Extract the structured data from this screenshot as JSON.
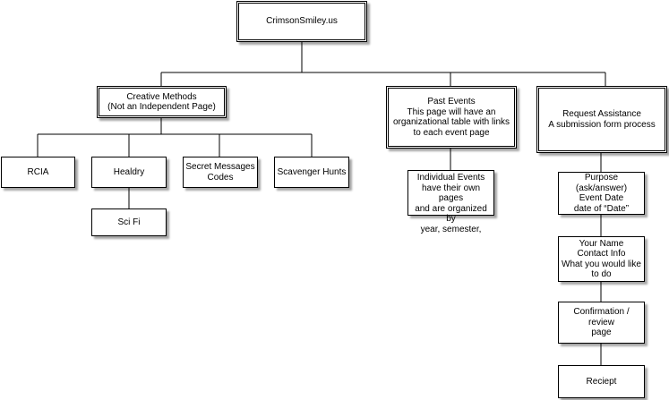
{
  "diagram": {
    "root": "CrimsonSmiley.us",
    "creative_methods": "Creative Methods\n(Not an Independent Page)",
    "past_events": "Past Events\nThis page will have an\norganizational table with links\nto each event page",
    "request_assistance": "Request Assistance\nA submission form process",
    "rcia": "RCIA",
    "healdry": "Healdry",
    "sci_fi": "Sci Fi",
    "secret_messages": "Secret Messages\nCodes",
    "scavenger_hunts": "Scavenger Hunts",
    "individual_events": "Individual Events\nhave their own pages\nand are organized by\nyear, semester,",
    "purpose": "Purpose (ask/answer)\nEvent Date\ndate of “Date”",
    "your_name": "Your Name\nContact Info\nWhat you would like\nto do",
    "confirmation": "Confirmation / review\npage",
    "receipt": "Reciept"
  }
}
